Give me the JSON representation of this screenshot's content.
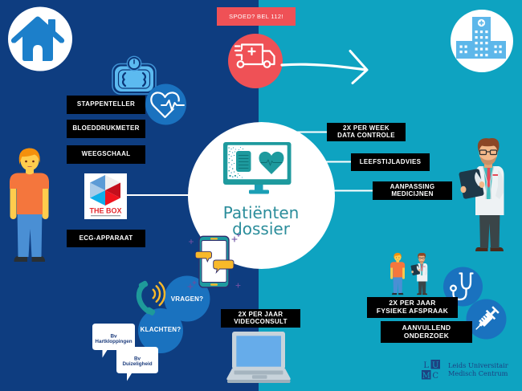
{
  "theme": {
    "left_bg": "#0e3d80",
    "right_bg": "#0ea3c1",
    "label_bg": "#000000",
    "label_text": "#ffffff",
    "emergency_red": "#ef5156",
    "icon_circle_blue": "#1a72bf",
    "house_blue": "#1c7fca",
    "hospital_blue": "#5db7ea",
    "record_teal": "#1e9a9e",
    "dossier_text_teal": "#2b8d9b",
    "chat_yellow": "#f8b92a",
    "lumc_navy": "#1d4282"
  },
  "locations": {
    "home": {
      "icon": "house-icon"
    },
    "hospital": {
      "icon": "hospital-icon"
    }
  },
  "emergency": {
    "label": "SPOED? BEL 112!",
    "icon": "ambulance-icon",
    "direction_icon": "arrow-right-icon"
  },
  "home_monitoring": {
    "patient_figure": "patient-figure",
    "devices": [
      {
        "label": "STAPPENTELLER"
      },
      {
        "label": "BLOEDDRUKMETER"
      },
      {
        "label": "WEEGSCHAAL"
      },
      {
        "label": "ECG-APPARAAT"
      }
    ],
    "device_icons": [
      "scale-icon",
      "heart-rate-icon"
    ],
    "the_box_logo": {
      "text": "THE BOX",
      "icon": "the-box-cube-icon"
    }
  },
  "patient_record": {
    "title": [
      "Patiënten",
      "dossier"
    ],
    "icon": "monitor-record-icon"
  },
  "care_team": {
    "doctor_figure": "doctor-figure",
    "actions": [
      {
        "lines": [
          "2X PER WEEK",
          "DATA CONTROLE"
        ]
      },
      {
        "lines": [
          "LEEFSTIJLADVIES"
        ]
      },
      {
        "lines": [
          "AANPASSING",
          "MEDICIJNEN"
        ]
      }
    ]
  },
  "contact": {
    "questions": "VRAGEN?",
    "complaints": "KLACHTEN?",
    "examples": [
      {
        "lines": [
          "Bv",
          "Hartkloppingen"
        ]
      },
      {
        "lines": [
          "Bv",
          "Duizeligheid"
        ]
      }
    ],
    "icons": [
      "phone-call-icon",
      "smartphone-chat-icon"
    ]
  },
  "appointments": {
    "video_consult": {
      "lines": [
        "2X PER JAAR",
        "VIDEOCONSULT"
      ],
      "icon": "laptop-icon"
    },
    "physical_visit": {
      "lines": [
        "2X PER JAAR",
        "FYSIEKE AFSPRAAK"
      ],
      "icon": "stethoscope-icon"
    },
    "additional_research": {
      "lines": [
        "AANVULLEND",
        "ONDERZOEK"
      ],
      "icon": "syringe-icon"
    }
  },
  "branding": {
    "logo_letters": [
      "L",
      "U",
      "M",
      "C"
    ],
    "name": [
      "Leids Universitair",
      "Medisch Centrum"
    ]
  }
}
